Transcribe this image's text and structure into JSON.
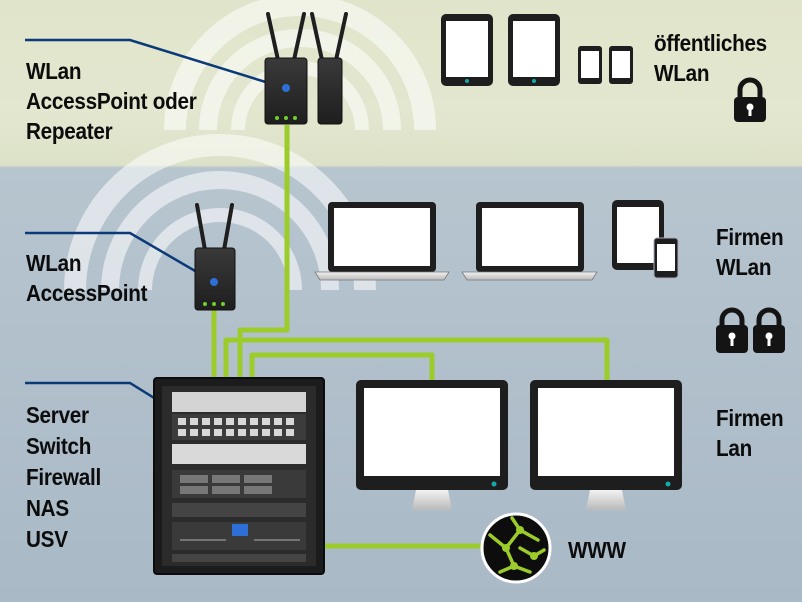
{
  "labels": {
    "top_ap": [
      "WLan",
      "AccessPoint oder",
      "Repeater"
    ],
    "mid_ap": [
      "WLan",
      "AccessPoint"
    ],
    "rack": [
      "Server",
      "Switch",
      "Firewall",
      "NAS",
      "USV"
    ],
    "public_wlan": [
      "öffentliches",
      "WLan"
    ],
    "company_wlan": [
      "Firmen",
      "WLan"
    ],
    "company_lan": [
      "Firmen",
      "Lan"
    ],
    "www": "WWW"
  },
  "colors": {
    "cable": "#9ccc2a",
    "pointer_line": "#0b3a78",
    "zone_public": "#e2e6cd",
    "zone_company": "#aebecb",
    "device": "#2a2a2a"
  },
  "icons": [
    "access-point",
    "server-rack",
    "tablet",
    "smartphone",
    "laptop",
    "monitor",
    "padlock",
    "globe-network"
  ]
}
